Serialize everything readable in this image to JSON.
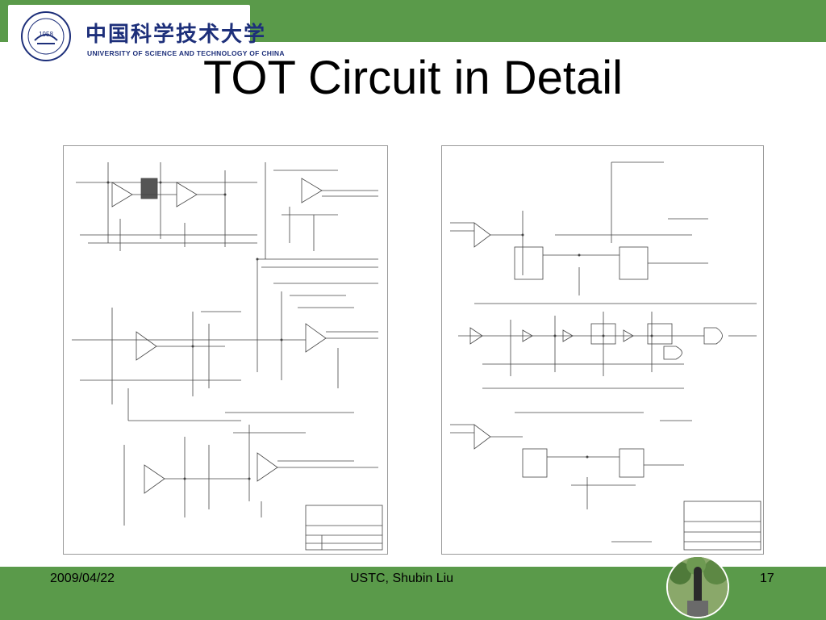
{
  "header": {
    "logo_cn": "中国科学技术大学",
    "logo_en": "UNIVERSITY OF SCIENCE AND TECHNOLOGY OF CHINA",
    "seal_year": "1958"
  },
  "slide": {
    "title": "TOT Circuit in Detail"
  },
  "footer": {
    "date": "2009/04/22",
    "author": "USTC, Shubin Liu",
    "page": "17"
  },
  "colors": {
    "bar_green": "#5a9a4a",
    "logo_blue": "#1d2f7a",
    "schematic_ink": "#333333"
  },
  "icons": {
    "seal": "university-seal-icon",
    "photo": "statue-photo"
  }
}
